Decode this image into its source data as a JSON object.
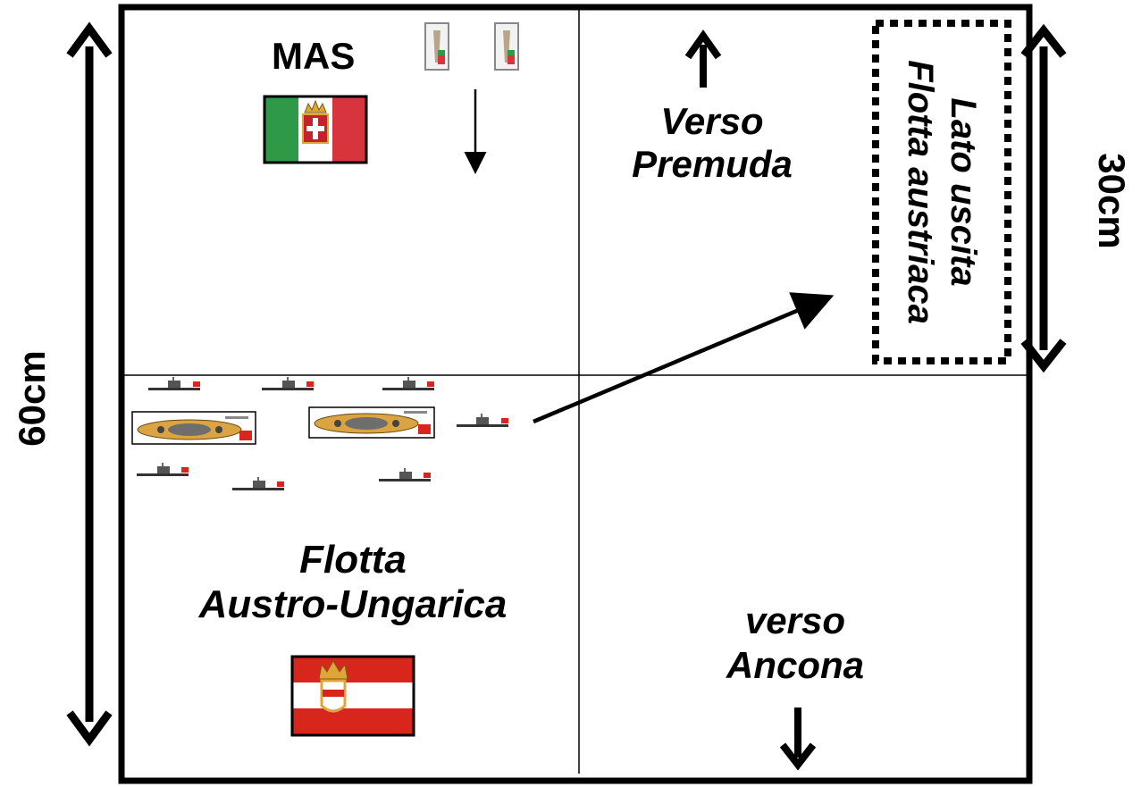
{
  "labels": {
    "mas": "MAS",
    "verso_premuda": [
      "Verso",
      "Premuda"
    ],
    "lato_uscita": [
      "Lato uscita",
      "Flotta austriaca"
    ],
    "dim_30": "30cm",
    "dim_60": "60cm",
    "flotta": [
      "Flotta",
      "Austro-Ungarica"
    ],
    "verso_ancona": [
      "verso",
      "Ancona"
    ]
  },
  "colors": {
    "italy_green": "#2e9a47",
    "italy_red": "#d7343d",
    "austria_red": "#d9261c",
    "gold": "#e0a53a",
    "line": "#000000"
  },
  "icons": {
    "italy_flag": "italian-naval-flag-icon",
    "austria_flag": "austro-hungarian-naval-flag-icon",
    "mas_boat": "mas-boat-icon",
    "battleship": "battleship-icon",
    "destroyer": "destroyer-icon"
  }
}
